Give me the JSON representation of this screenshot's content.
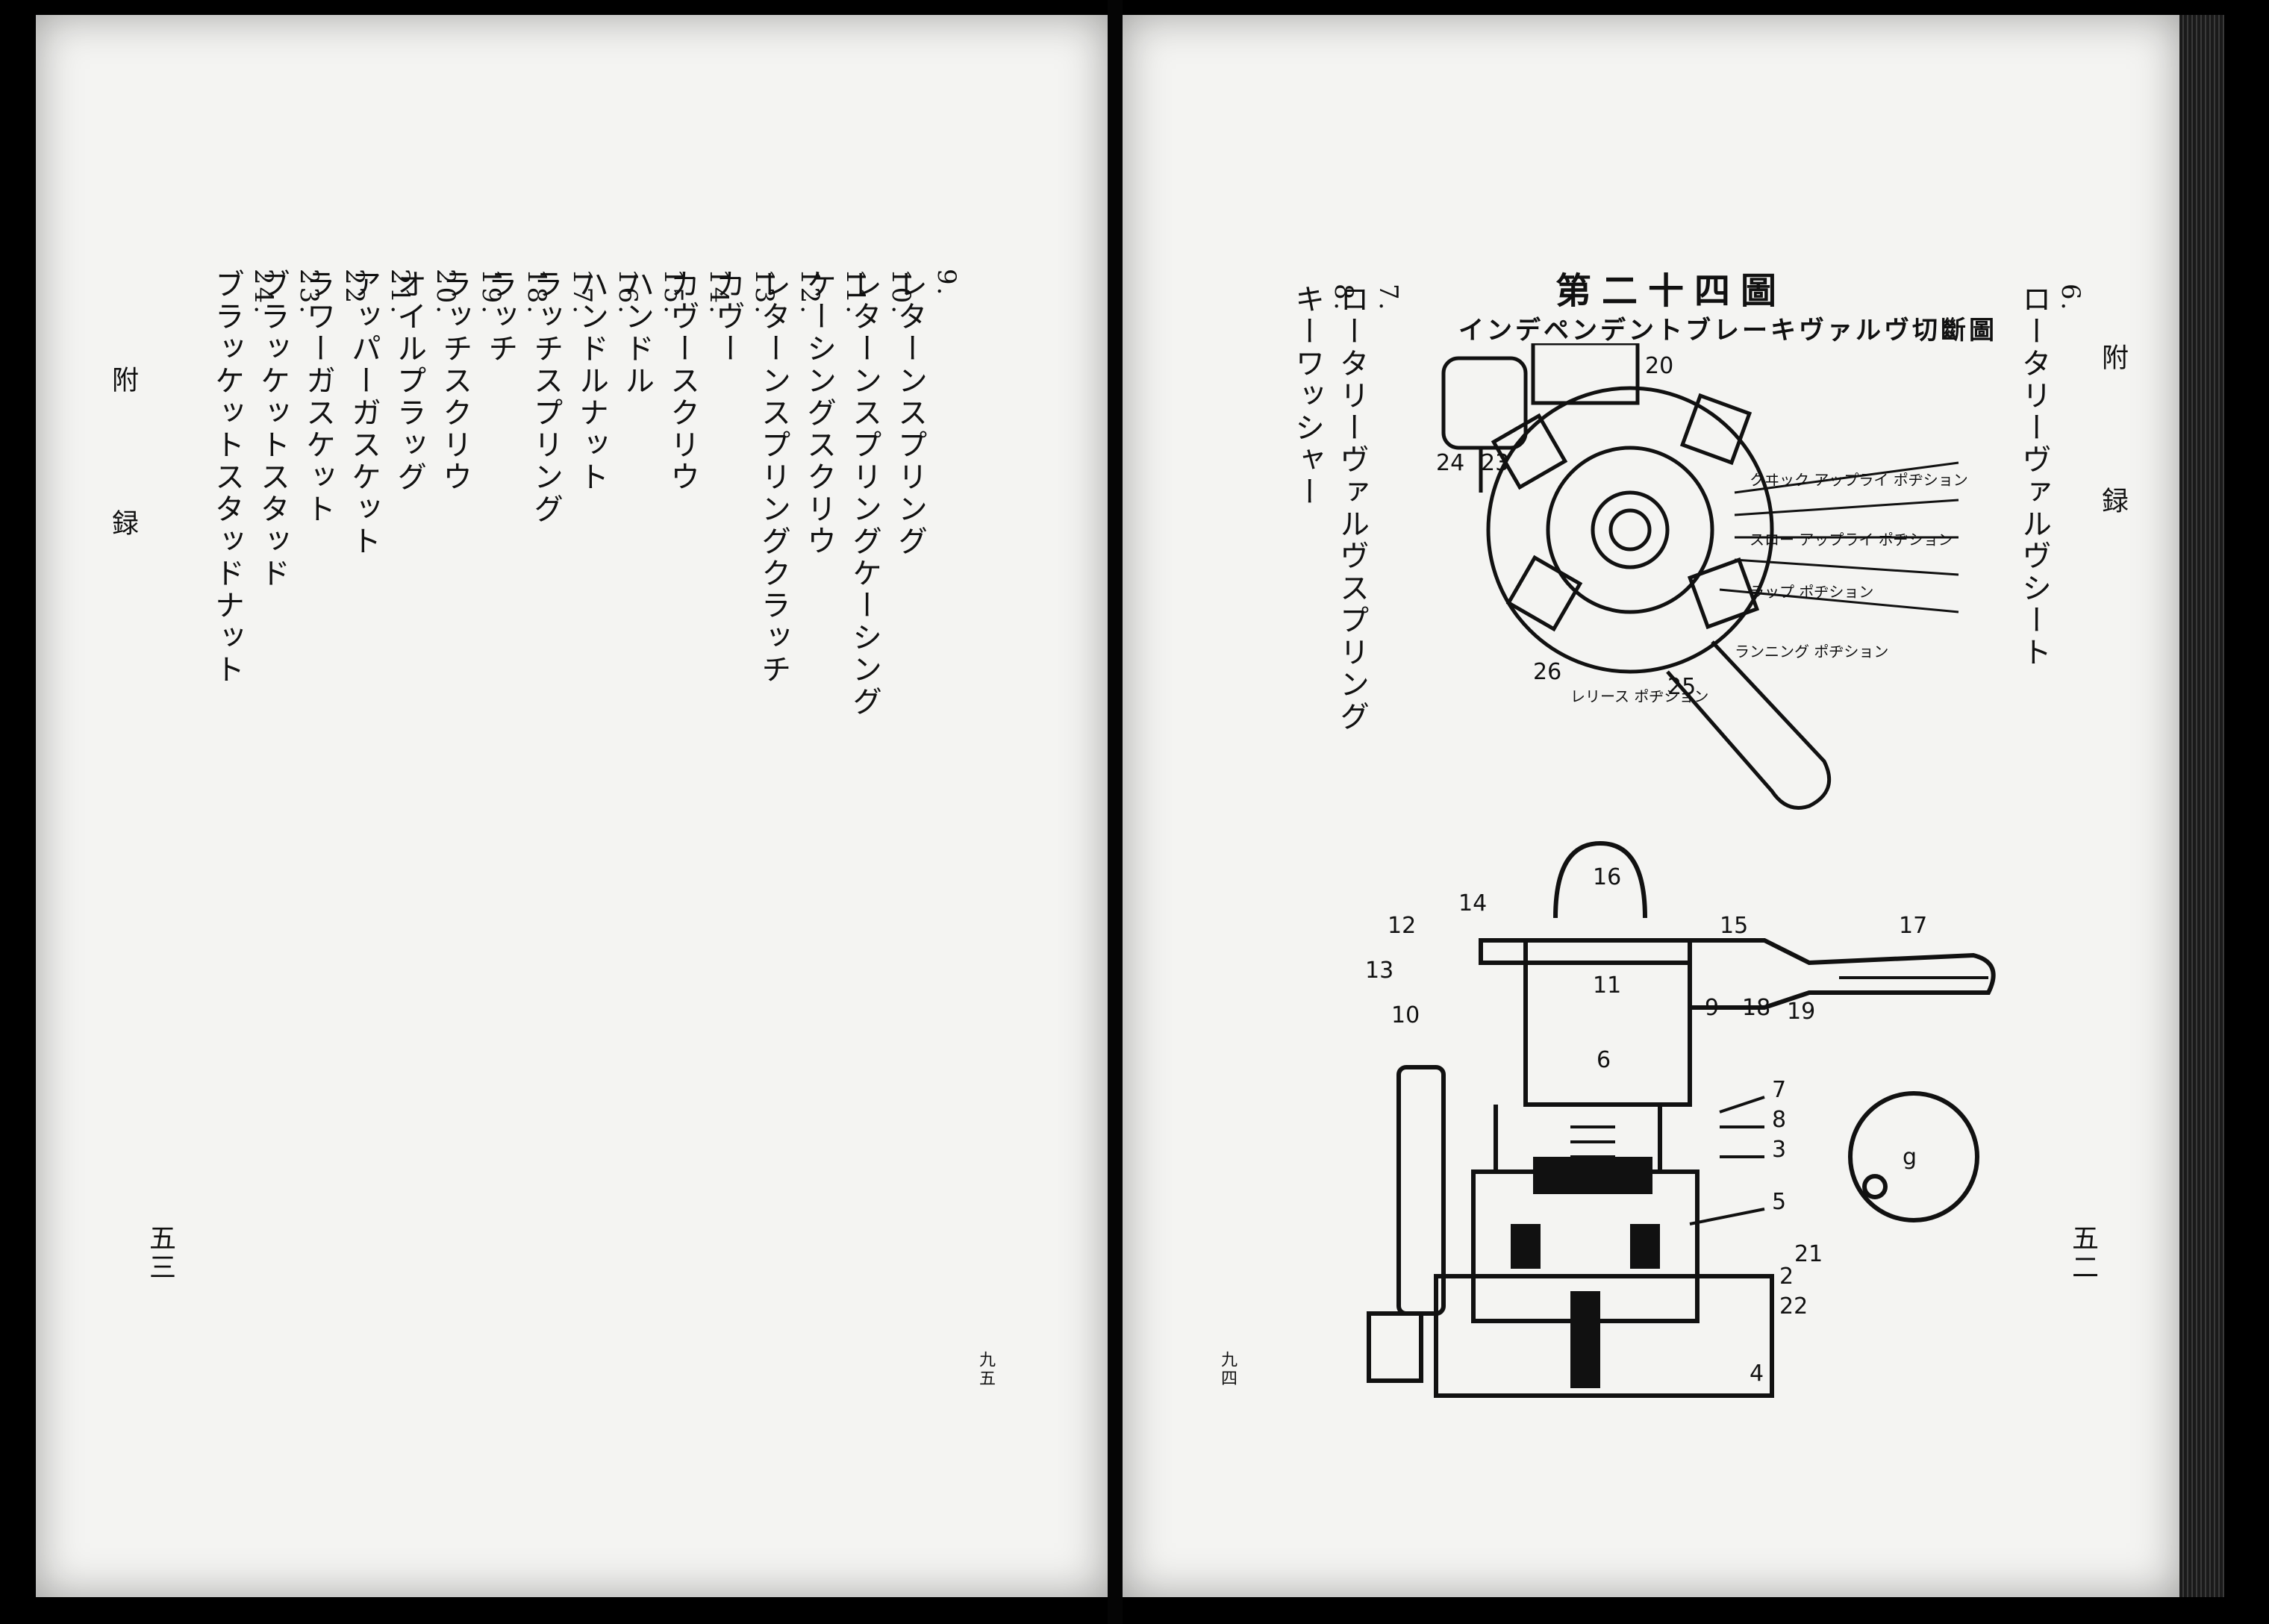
{
  "left_page": {
    "running_head": "附　録",
    "page_number": "五三",
    "small_page_number": "九五",
    "items": [
      {
        "num": "9.",
        "label": "レターンスプリング"
      },
      {
        "num": "10.",
        "label": "レターンスプリングケーシング"
      },
      {
        "num": "11.",
        "label": "ケーシングスクリウ"
      },
      {
        "num": "12.",
        "label": "レターンスプリングクラッチ"
      },
      {
        "num": "13.",
        "label": "カヴー"
      },
      {
        "num": "14.",
        "label": "カヴースクリウ"
      },
      {
        "num": "15.",
        "label": "ハンドル"
      },
      {
        "num": "16.",
        "label": "ハンドルナット"
      },
      {
        "num": "17.",
        "label": "ラッチスプリング"
      },
      {
        "num": "18.",
        "label": "ラッチ"
      },
      {
        "num": "19.",
        "label": "ラッチスクリウ"
      },
      {
        "num": "20.",
        "label": "オイルプラッグ"
      },
      {
        "num": "21.",
        "label": "アッパーガスケット"
      },
      {
        "num": "22",
        "label": "ラワーガスケット"
      },
      {
        "num": "23.",
        "label": "ブラッケットスタッド"
      },
      {
        "num": "24.",
        "label": "ブラッケットスタッドナット"
      }
    ]
  },
  "right_page": {
    "running_head": "附　録",
    "page_number": "五二",
    "small_page_number": "九四",
    "items": [
      {
        "num": "6.",
        "label": "ロータリーヴァルヴシート"
      },
      {
        "num": "7.",
        "label": "ロータリーヴァルヴスプリング"
      },
      {
        "num": "8.",
        "label": "キーワッシャー"
      }
    ],
    "figure": {
      "title": "第二十四圖",
      "caption": "インデペンデントブレーキヴァルヴ切斷圖",
      "top_labels": [
        "20",
        "23",
        "24",
        "25",
        "26"
      ],
      "position_labels": [
        "レリース ポヂション",
        "ランニング ポヂション",
        "ラップ ポヂション",
        "スロー アップライ ポヂション",
        "クヰック アップライ ポヂション"
      ],
      "bottom_labels": [
        "16",
        "14",
        "12",
        "13",
        "15",
        "17",
        "11",
        "10",
        "9",
        "18",
        "19",
        "6",
        "7",
        "8",
        "3",
        "5",
        "21",
        "2",
        "22",
        "4",
        "g"
      ]
    }
  }
}
